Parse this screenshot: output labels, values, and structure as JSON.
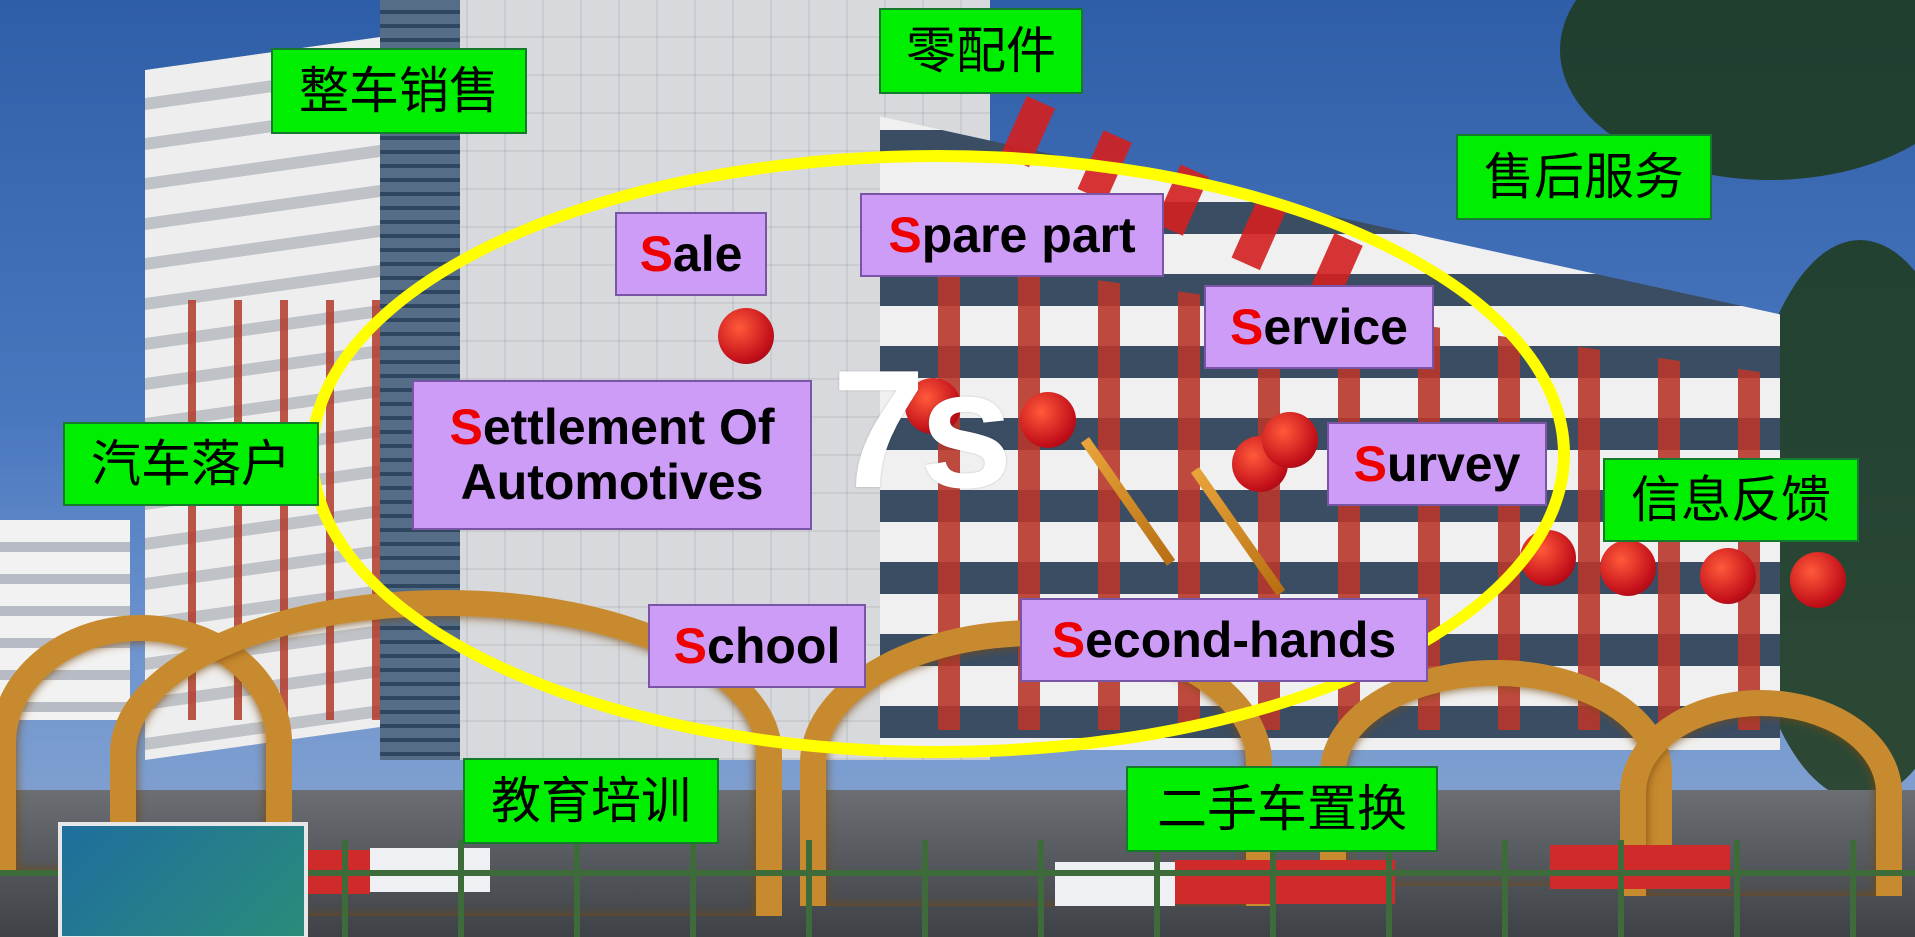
{
  "center_label": "7s",
  "colors": {
    "ellipse": "#ffff00",
    "chinese_box": "#00ef00",
    "english_box": "#cc9cf7",
    "s_initial": "#ee0000",
    "center_label": "#ffffff"
  },
  "chinese_labels": {
    "vehicle_sales": "整车销售",
    "spare_parts": "零配件",
    "after_sales": "售后服务",
    "registration": "汽车落户",
    "feedback": "信息反馈",
    "training": "教育培训",
    "trade_in": "二手车置换"
  },
  "english_labels": {
    "sale": {
      "initial": "S",
      "rest": "ale"
    },
    "spare_part": {
      "initial": "S",
      "rest": "pare part"
    },
    "service": {
      "initial": "S",
      "rest": "ervice"
    },
    "settlement": {
      "initial": "S",
      "rest": "ettlement Of",
      "line2": "Automotives"
    },
    "survey": {
      "initial": "S",
      "rest": "urvey"
    },
    "school": {
      "initial": "S",
      "rest": "chool"
    },
    "second_hands": {
      "initial": "S",
      "rest": "econd-hands"
    }
  }
}
